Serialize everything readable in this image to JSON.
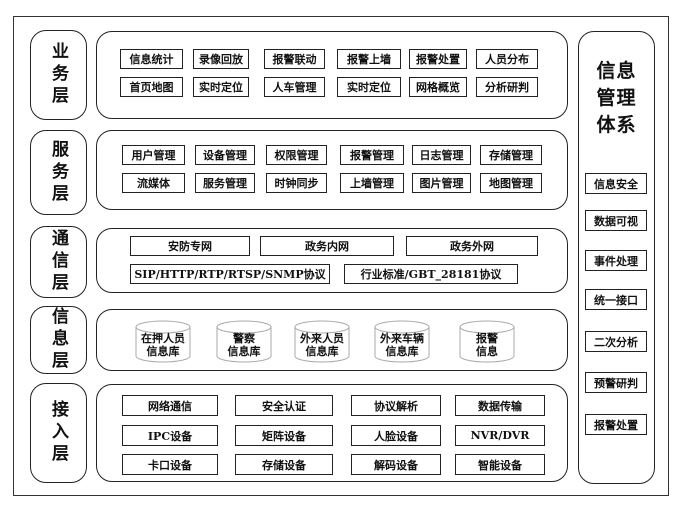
{
  "layers": [
    {
      "label": "业务层",
      "rows": [
        [
          "信息统计",
          "录像回放",
          "报警联动",
          "报警上墙",
          "报警处置",
          "人员分布"
        ],
        [
          "首页地图",
          "实时定位",
          "人车管理",
          "实时定位",
          "网格概览",
          "分析研判"
        ]
      ]
    },
    {
      "label": "服务层",
      "rows": [
        [
          "用户管理",
          "设备管理",
          "权限管理",
          "报警管理",
          "日志管理",
          "存储管理"
        ],
        [
          "流媒体",
          "服务管理",
          "时钟同步",
          "上墙管理",
          "图片管理",
          "地图管理"
        ]
      ]
    },
    {
      "label": "通信层",
      "rows": [
        [
          "安防专网",
          "政务内网",
          "政务外网"
        ],
        [
          "SIP/HTTP/RTP/RTSP/SNMP协议",
          "行业标准/GBT_28181协议"
        ]
      ]
    },
    {
      "label": "信息层",
      "databases": [
        "在押人员\n信息库",
        "警察\n信息库",
        "外来人员\n信息库",
        "外来车辆\n信息库",
        "报警\n信息"
      ]
    },
    {
      "label": "接入层",
      "rows": [
        [
          "网络通信",
          "安全认证",
          "协议解析",
          "数据传输"
        ],
        [
          "IPC设备",
          "矩阵设备",
          "人脸设备",
          "NVR/DVR"
        ],
        [
          "卡口设备",
          "存储设备",
          "解码设备",
          "智能设备"
        ]
      ]
    }
  ],
  "side": {
    "title": "信息\n管理\n体系",
    "items": [
      "信息安全",
      "数据可视",
      "事件处理",
      "统一接口",
      "二次分析",
      "预警研判",
      "报警处置"
    ]
  }
}
